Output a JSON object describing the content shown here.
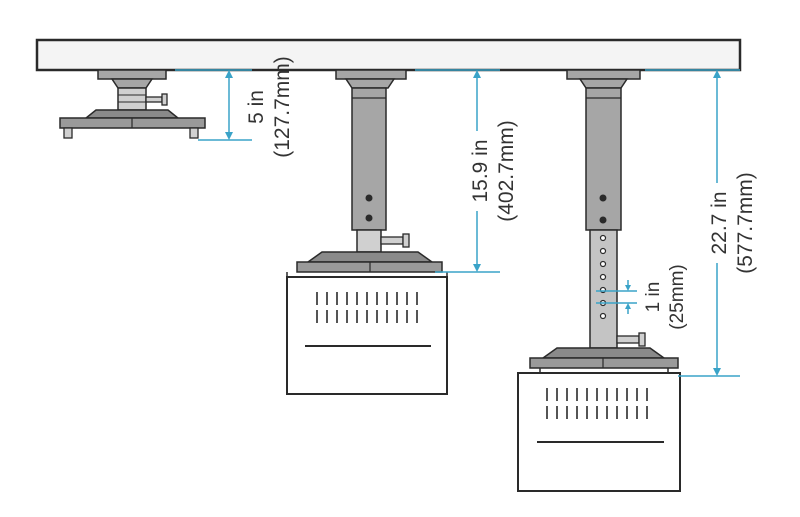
{
  "colors": {
    "line": "#2a2a2a",
    "ceiling": "#f4f4f4",
    "metal": "#a6a6a6",
    "metal_light": "#d0d0d0",
    "metal_dark": "#6f6f6f",
    "dimension": "#3aa3c8",
    "text": "#333333"
  },
  "dimensions": {
    "short": {
      "value": "5 in",
      "metric": "(127.7mm)"
    },
    "medium": {
      "value": "15.9 in",
      "metric": "(402.7mm)"
    },
    "long": {
      "value": "22.7 in",
      "metric": "(577.7mm)"
    },
    "step": {
      "value": "1 in",
      "metric": "(25mm)"
    }
  }
}
